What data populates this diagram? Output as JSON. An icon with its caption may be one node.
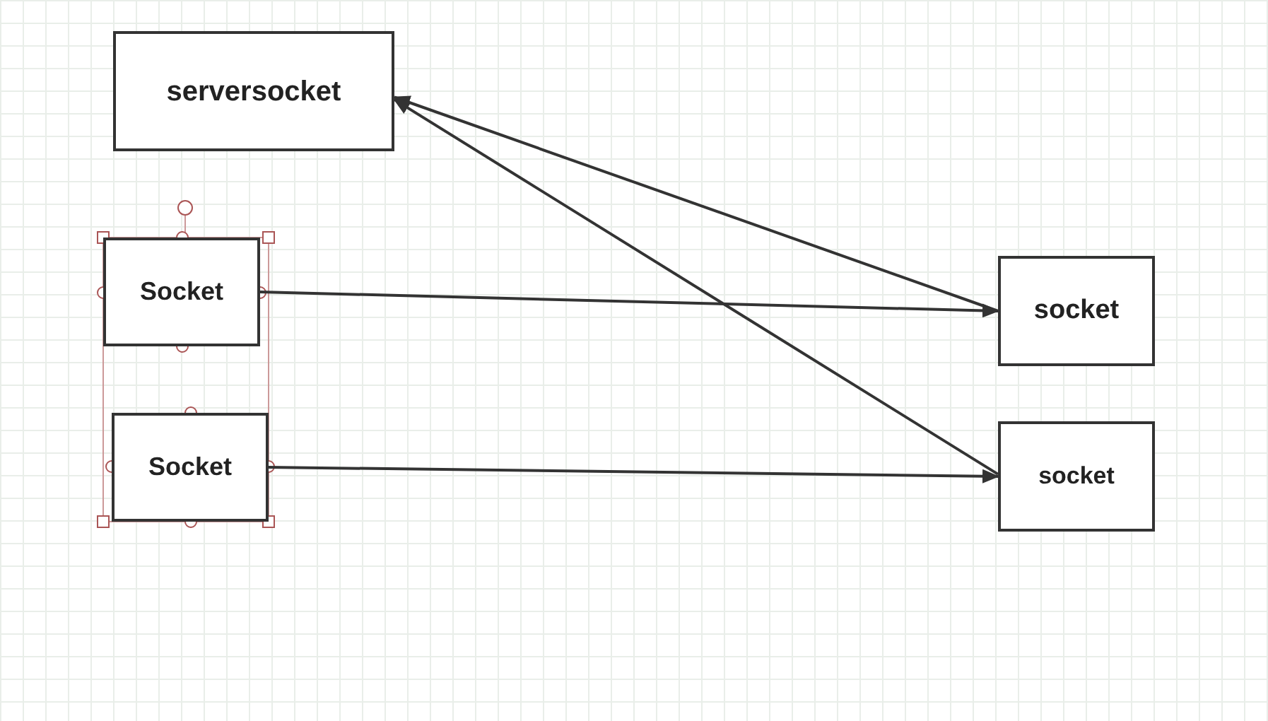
{
  "diagram": {
    "nodes": [
      {
        "text": [
          "serversocket"
        ]
      },
      {
        "text": [
          "Socket"
        ]
      },
      {
        "text": [
          "Socket"
        ]
      },
      {
        "text": [
          "socket"
        ]
      },
      {
        "text": [
          "socket"
        ]
      }
    ],
    "edges": [
      {
        "from": 3,
        "to": 0,
        "arrow": "to"
      },
      {
        "from": 4,
        "to": 0,
        "arrow": "to"
      },
      {
        "from": 1,
        "to": 3,
        "arrow": "to"
      },
      {
        "from": 2,
        "to": 4,
        "arrow": "to"
      }
    ]
  }
}
